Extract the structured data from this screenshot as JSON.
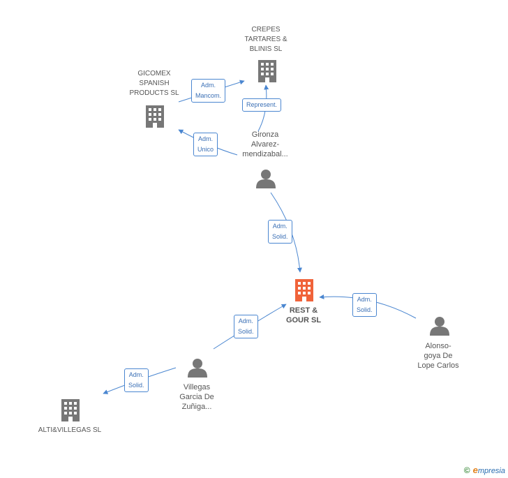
{
  "colors": {
    "edge": "#4a86d0",
    "company": "#777777",
    "company_main": "#f0633a",
    "person": "#777777"
  },
  "nodes": {
    "crepes": {
      "label": "CREPES\nTARTARES &\nBLINIS SL",
      "icon": "building-icon"
    },
    "gicomex": {
      "label": "GICOMEX\nSPANISH\nPRODUCTS SL",
      "icon": "building-icon"
    },
    "gironza": {
      "label": "Gironza\nAlvarez-\nmendizabal...",
      "icon": "person-icon"
    },
    "rest": {
      "label": "REST &\nGOUR SL",
      "icon": "building-icon"
    },
    "alonso": {
      "label": "Alonso-\ngoya De\nLope Carlos",
      "icon": "person-icon"
    },
    "villegas": {
      "label": "Villegas\nGarcia De\nZuñiga...",
      "icon": "person-icon"
    },
    "alti": {
      "label": "ALTI&VILLEGAS SL",
      "icon": "building-icon"
    }
  },
  "edges": {
    "gicomex_crepes": "Adm.\nMancom.",
    "gironza_crepes": "Represent.",
    "gironza_gicomex": "Adm.\nUnico",
    "gironza_rest": "Adm.\nSolid.",
    "alonso_rest": "Adm.\nSolid.",
    "villegas_rest": "Adm.\nSolid.",
    "villegas_alti": "Adm.\nSolid."
  },
  "watermark": {
    "symbol": "©",
    "brand_first": "e",
    "brand_rest": "mpresia"
  }
}
